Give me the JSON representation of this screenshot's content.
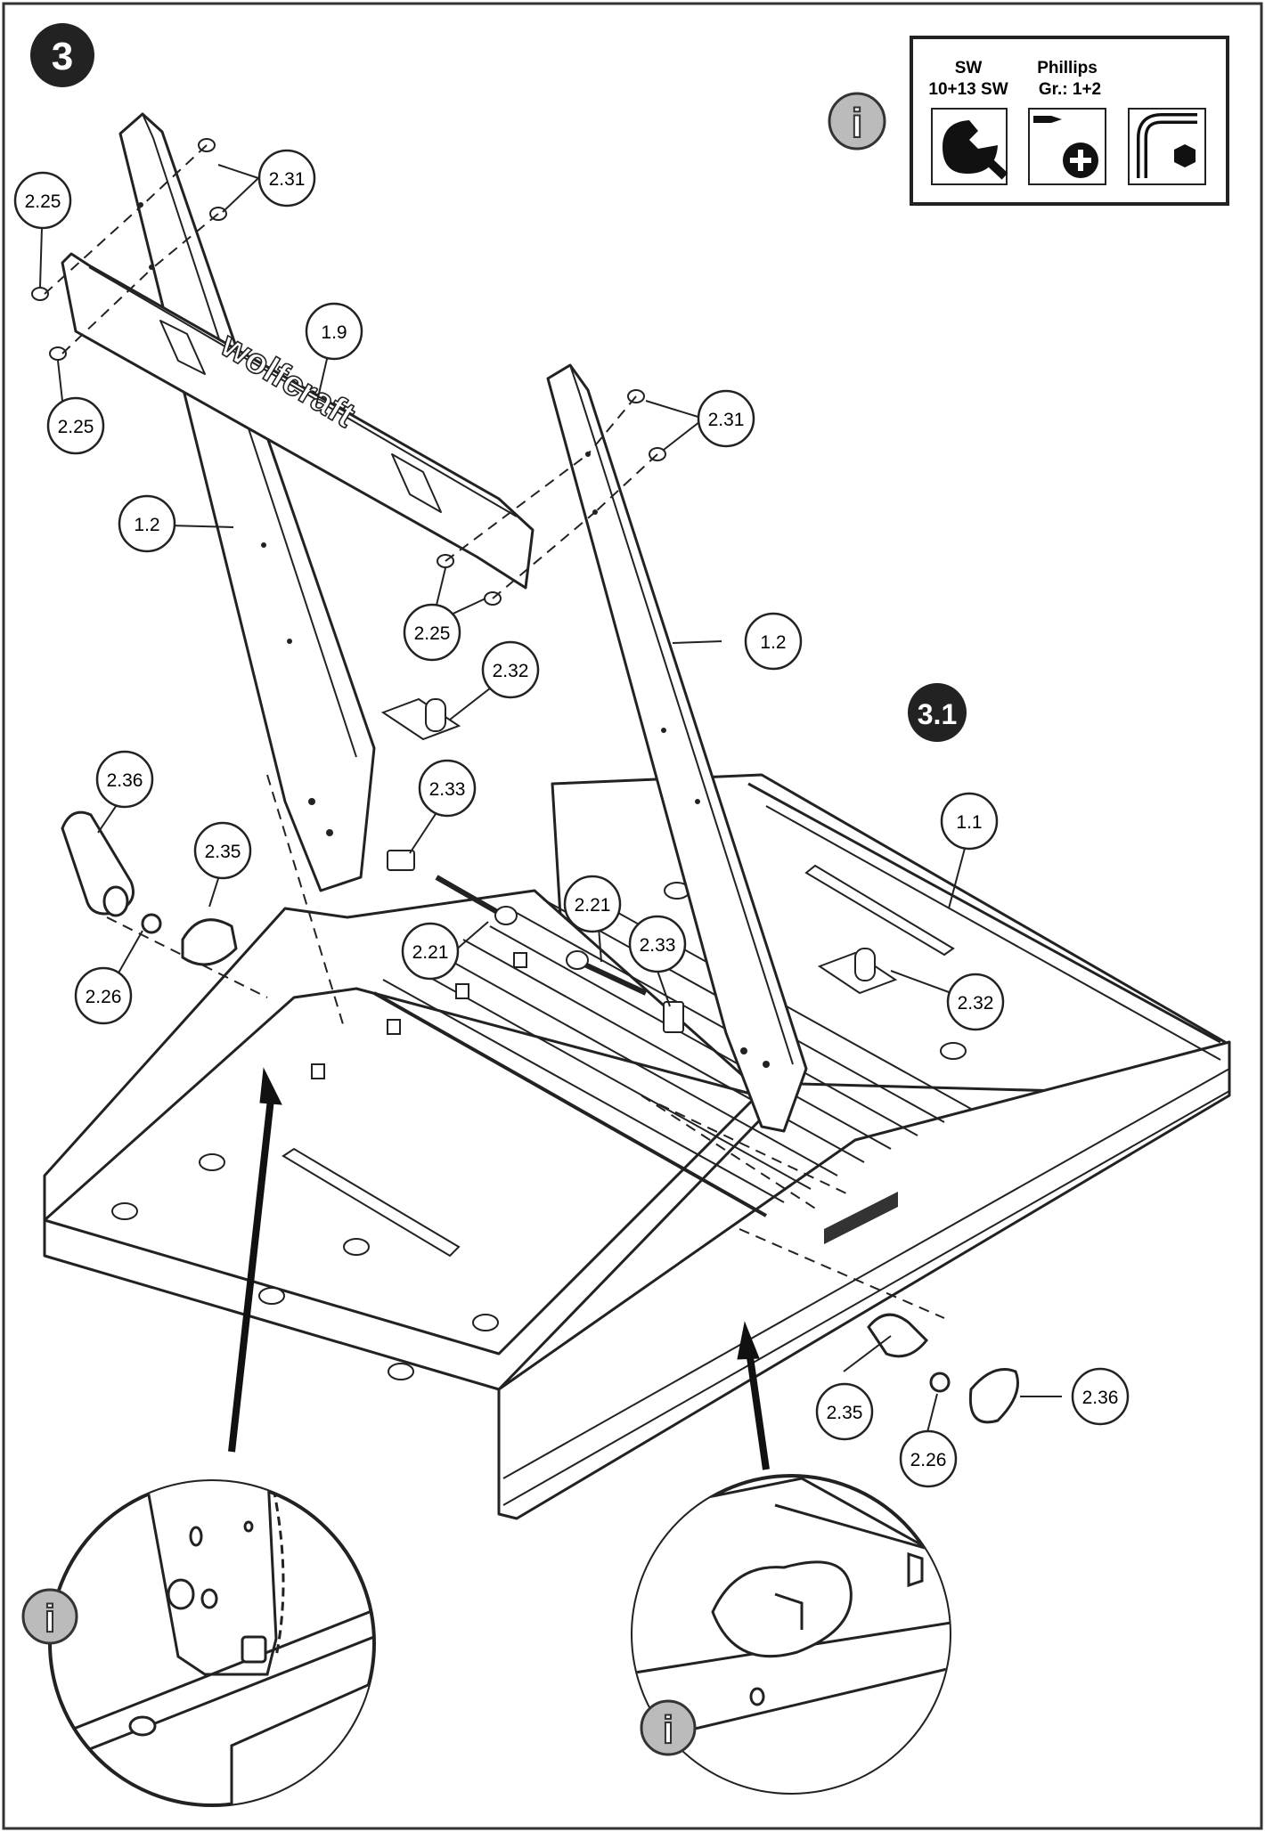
{
  "step": {
    "number": "3",
    "substep": "3.1"
  },
  "tools": {
    "wrench_title": "SW",
    "wrench_sizes": "10+13 SW",
    "screwdriver_title": "Phillips",
    "screwdriver_sizes": "Gr.: 1+2",
    "icons": [
      "wrench-icon",
      "phillips-screwdriver-icon",
      "hex-key-icon"
    ]
  },
  "info_icon": "i",
  "brand_text": "wolfcraft",
  "callouts": [
    {
      "id": "c-231-a",
      "label": "2.31"
    },
    {
      "id": "c-225-a",
      "label": "2.25"
    },
    {
      "id": "c-225-b",
      "label": "2.25"
    },
    {
      "id": "c-19",
      "label": "1.9"
    },
    {
      "id": "c-231-b",
      "label": "2.31"
    },
    {
      "id": "c-12-a",
      "label": "1.2"
    },
    {
      "id": "c-225-c",
      "label": "2.25"
    },
    {
      "id": "c-12-b",
      "label": "1.2"
    },
    {
      "id": "c-232-a",
      "label": "2.32"
    },
    {
      "id": "c-236-a",
      "label": "2.36"
    },
    {
      "id": "c-233-a",
      "label": "2.33"
    },
    {
      "id": "c-235-a",
      "label": "2.35"
    },
    {
      "id": "c-11",
      "label": "1.1"
    },
    {
      "id": "c-221-a",
      "label": "2.21"
    },
    {
      "id": "c-233-b",
      "label": "2.33"
    },
    {
      "id": "c-226-a",
      "label": "2.26"
    },
    {
      "id": "c-221-b",
      "label": "2.21"
    },
    {
      "id": "c-232-b",
      "label": "2.32"
    },
    {
      "id": "c-235-b",
      "label": "2.35"
    },
    {
      "id": "c-236-b",
      "label": "2.36"
    },
    {
      "id": "c-226-b",
      "label": "2.26"
    }
  ]
}
